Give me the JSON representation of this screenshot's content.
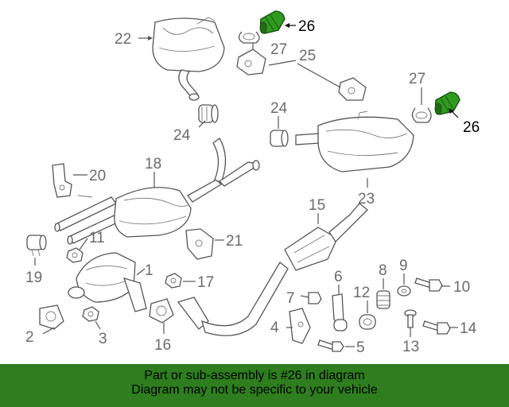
{
  "callouts": {
    "c1": "1",
    "c2": "2",
    "c3": "3",
    "c4": "4",
    "c5": "5",
    "c6": "6",
    "c7": "7",
    "c8": "8",
    "c9": "9",
    "c10": "10",
    "c11": "11",
    "c12": "12",
    "c13": "13",
    "c14": "14",
    "c15": "15",
    "c16": "16",
    "c17": "17",
    "c18": "18",
    "c19": "19",
    "c20": "20",
    "c21": "21",
    "c22": "22",
    "c23": "23",
    "c24a": "24",
    "c24b": "24",
    "c25": "25",
    "c26a": "26",
    "c26b": "26",
    "c27a": "27",
    "c27b": "27"
  },
  "highlighted_part": "26",
  "colors": {
    "highlight_part": "#2e9b1f",
    "banner_bg": "#2e7d1e",
    "callout_text": "#6b6b6b"
  },
  "banner": {
    "line1": "Part or sub-assembly is #26 in diagram",
    "line2": "Diagram may not be specific to your vehicle"
  }
}
